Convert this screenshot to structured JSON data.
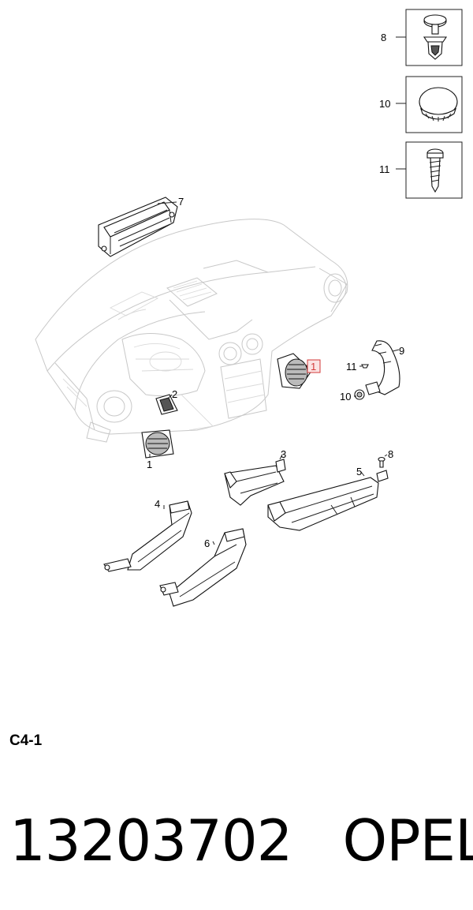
{
  "callouts": {
    "c1": "1",
    "c1_highlight": "1",
    "c2": "2",
    "c3": "3",
    "c4": "4",
    "c5": "5",
    "c6": "6",
    "c7": "7",
    "c8_box": "8",
    "c8": "8",
    "c9": "9",
    "c10_box": "10",
    "c10": "10",
    "c11_box": "11",
    "c11": "11"
  },
  "section_code": "C4-1",
  "footer": {
    "part_number": "13203702",
    "brand": "OPEL"
  },
  "colors": {
    "highlight": "#d33a3a",
    "highlight_fill": "#fbe3e3",
    "line": "#222222",
    "ghost": "#c8c8c8"
  }
}
